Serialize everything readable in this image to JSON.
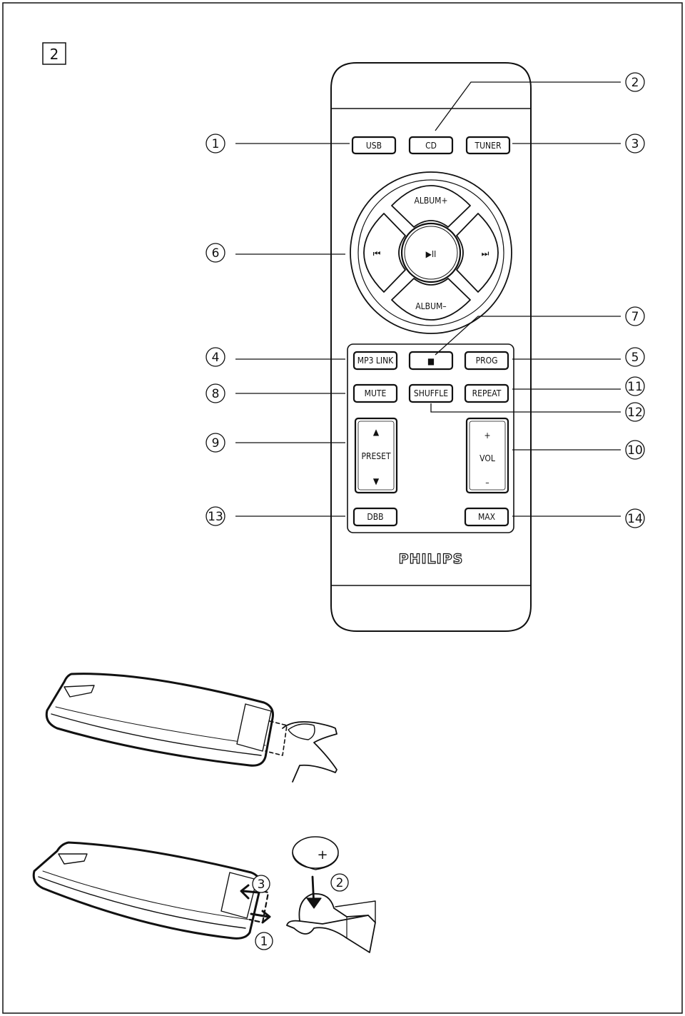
{
  "figure_number": "2",
  "brand": "PHILIPS",
  "buttons": {
    "usb": "USB",
    "cd": "CD",
    "tuner": "TUNER",
    "album_plus": "ALBUM+",
    "album_minus": "ALBUM–",
    "prev": "⏮",
    "play_pause": "▶II",
    "next": "⏭",
    "mp3_link": "MP3 LINK",
    "stop": "■",
    "prog": "PROG",
    "mute": "MUTE",
    "shuffle": "SHUFFLE",
    "repeat": "REPEAT",
    "preset_up": "▲",
    "preset": "PRESET",
    "preset_down": "▼",
    "vol_plus": "+",
    "vol": "VOL",
    "vol_minus": "–",
    "dbb": "DBB",
    "max": "MAX"
  },
  "callouts": [
    "1",
    "2",
    "3",
    "4",
    "5",
    "6",
    "7",
    "8",
    "9",
    "10",
    "11",
    "12",
    "13",
    "14"
  ],
  "battery_steps": {
    "sign": "+",
    "step1": "1",
    "step2": "2",
    "step3": "3"
  },
  "colors": {
    "line": "#111111",
    "background": "#ffffff",
    "button_fill": "#ffffff",
    "body_fill": "#ffffff"
  }
}
